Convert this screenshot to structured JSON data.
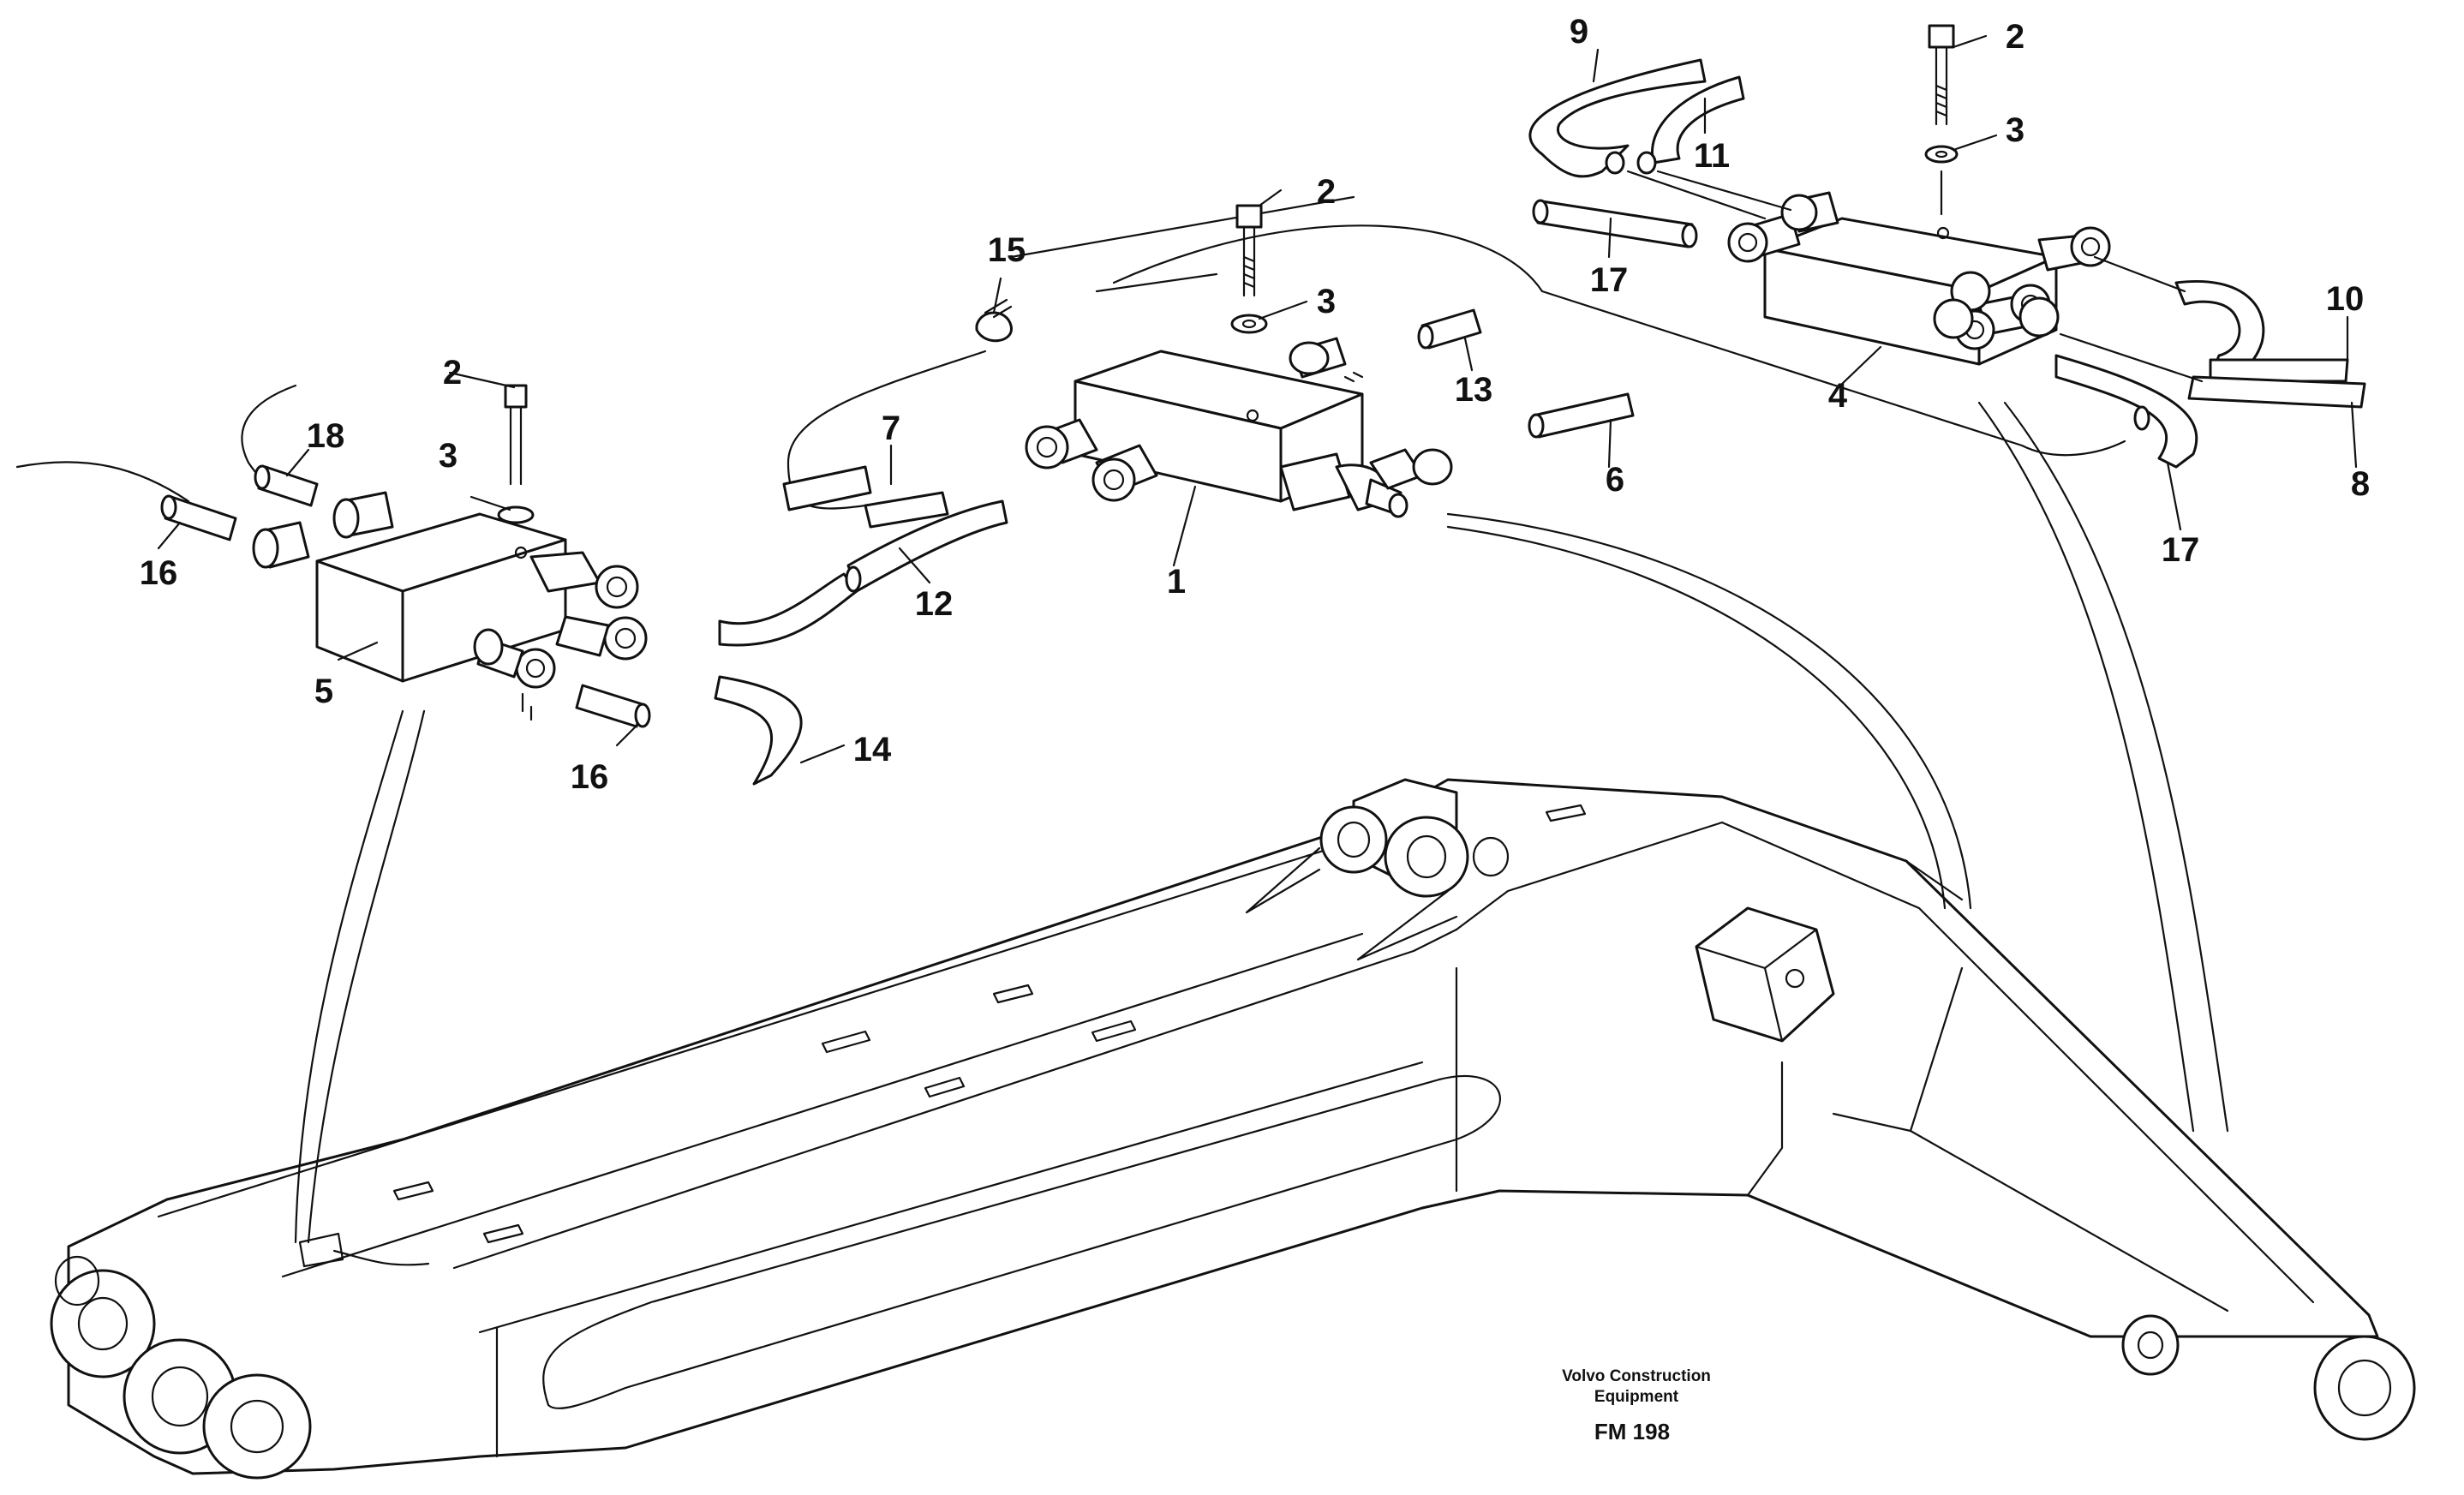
{
  "callouts": [
    {
      "id": "c1",
      "label": "1"
    },
    {
      "id": "c2a",
      "label": "2"
    },
    {
      "id": "c2b",
      "label": "2"
    },
    {
      "id": "c2c",
      "label": "2"
    },
    {
      "id": "c3a",
      "label": "3"
    },
    {
      "id": "c3b",
      "label": "3"
    },
    {
      "id": "c3c",
      "label": "3"
    },
    {
      "id": "c4",
      "label": "4"
    },
    {
      "id": "c5",
      "label": "5"
    },
    {
      "id": "c6",
      "label": "6"
    },
    {
      "id": "c7",
      "label": "7"
    },
    {
      "id": "c8",
      "label": "8"
    },
    {
      "id": "c9",
      "label": "9"
    },
    {
      "id": "c10",
      "label": "10"
    },
    {
      "id": "c11",
      "label": "11"
    },
    {
      "id": "c12",
      "label": "12"
    },
    {
      "id": "c13",
      "label": "13"
    },
    {
      "id": "c14",
      "label": "14"
    },
    {
      "id": "c15",
      "label": "15"
    },
    {
      "id": "c16a",
      "label": "16"
    },
    {
      "id": "c16b",
      "label": "16"
    },
    {
      "id": "c17a",
      "label": "17"
    },
    {
      "id": "c17b",
      "label": "17"
    },
    {
      "id": "c18",
      "label": "18"
    }
  ],
  "caption": {
    "company_line1": "Volvo Construction",
    "company_line2": "Equipment",
    "figure_code": "FM 198"
  }
}
